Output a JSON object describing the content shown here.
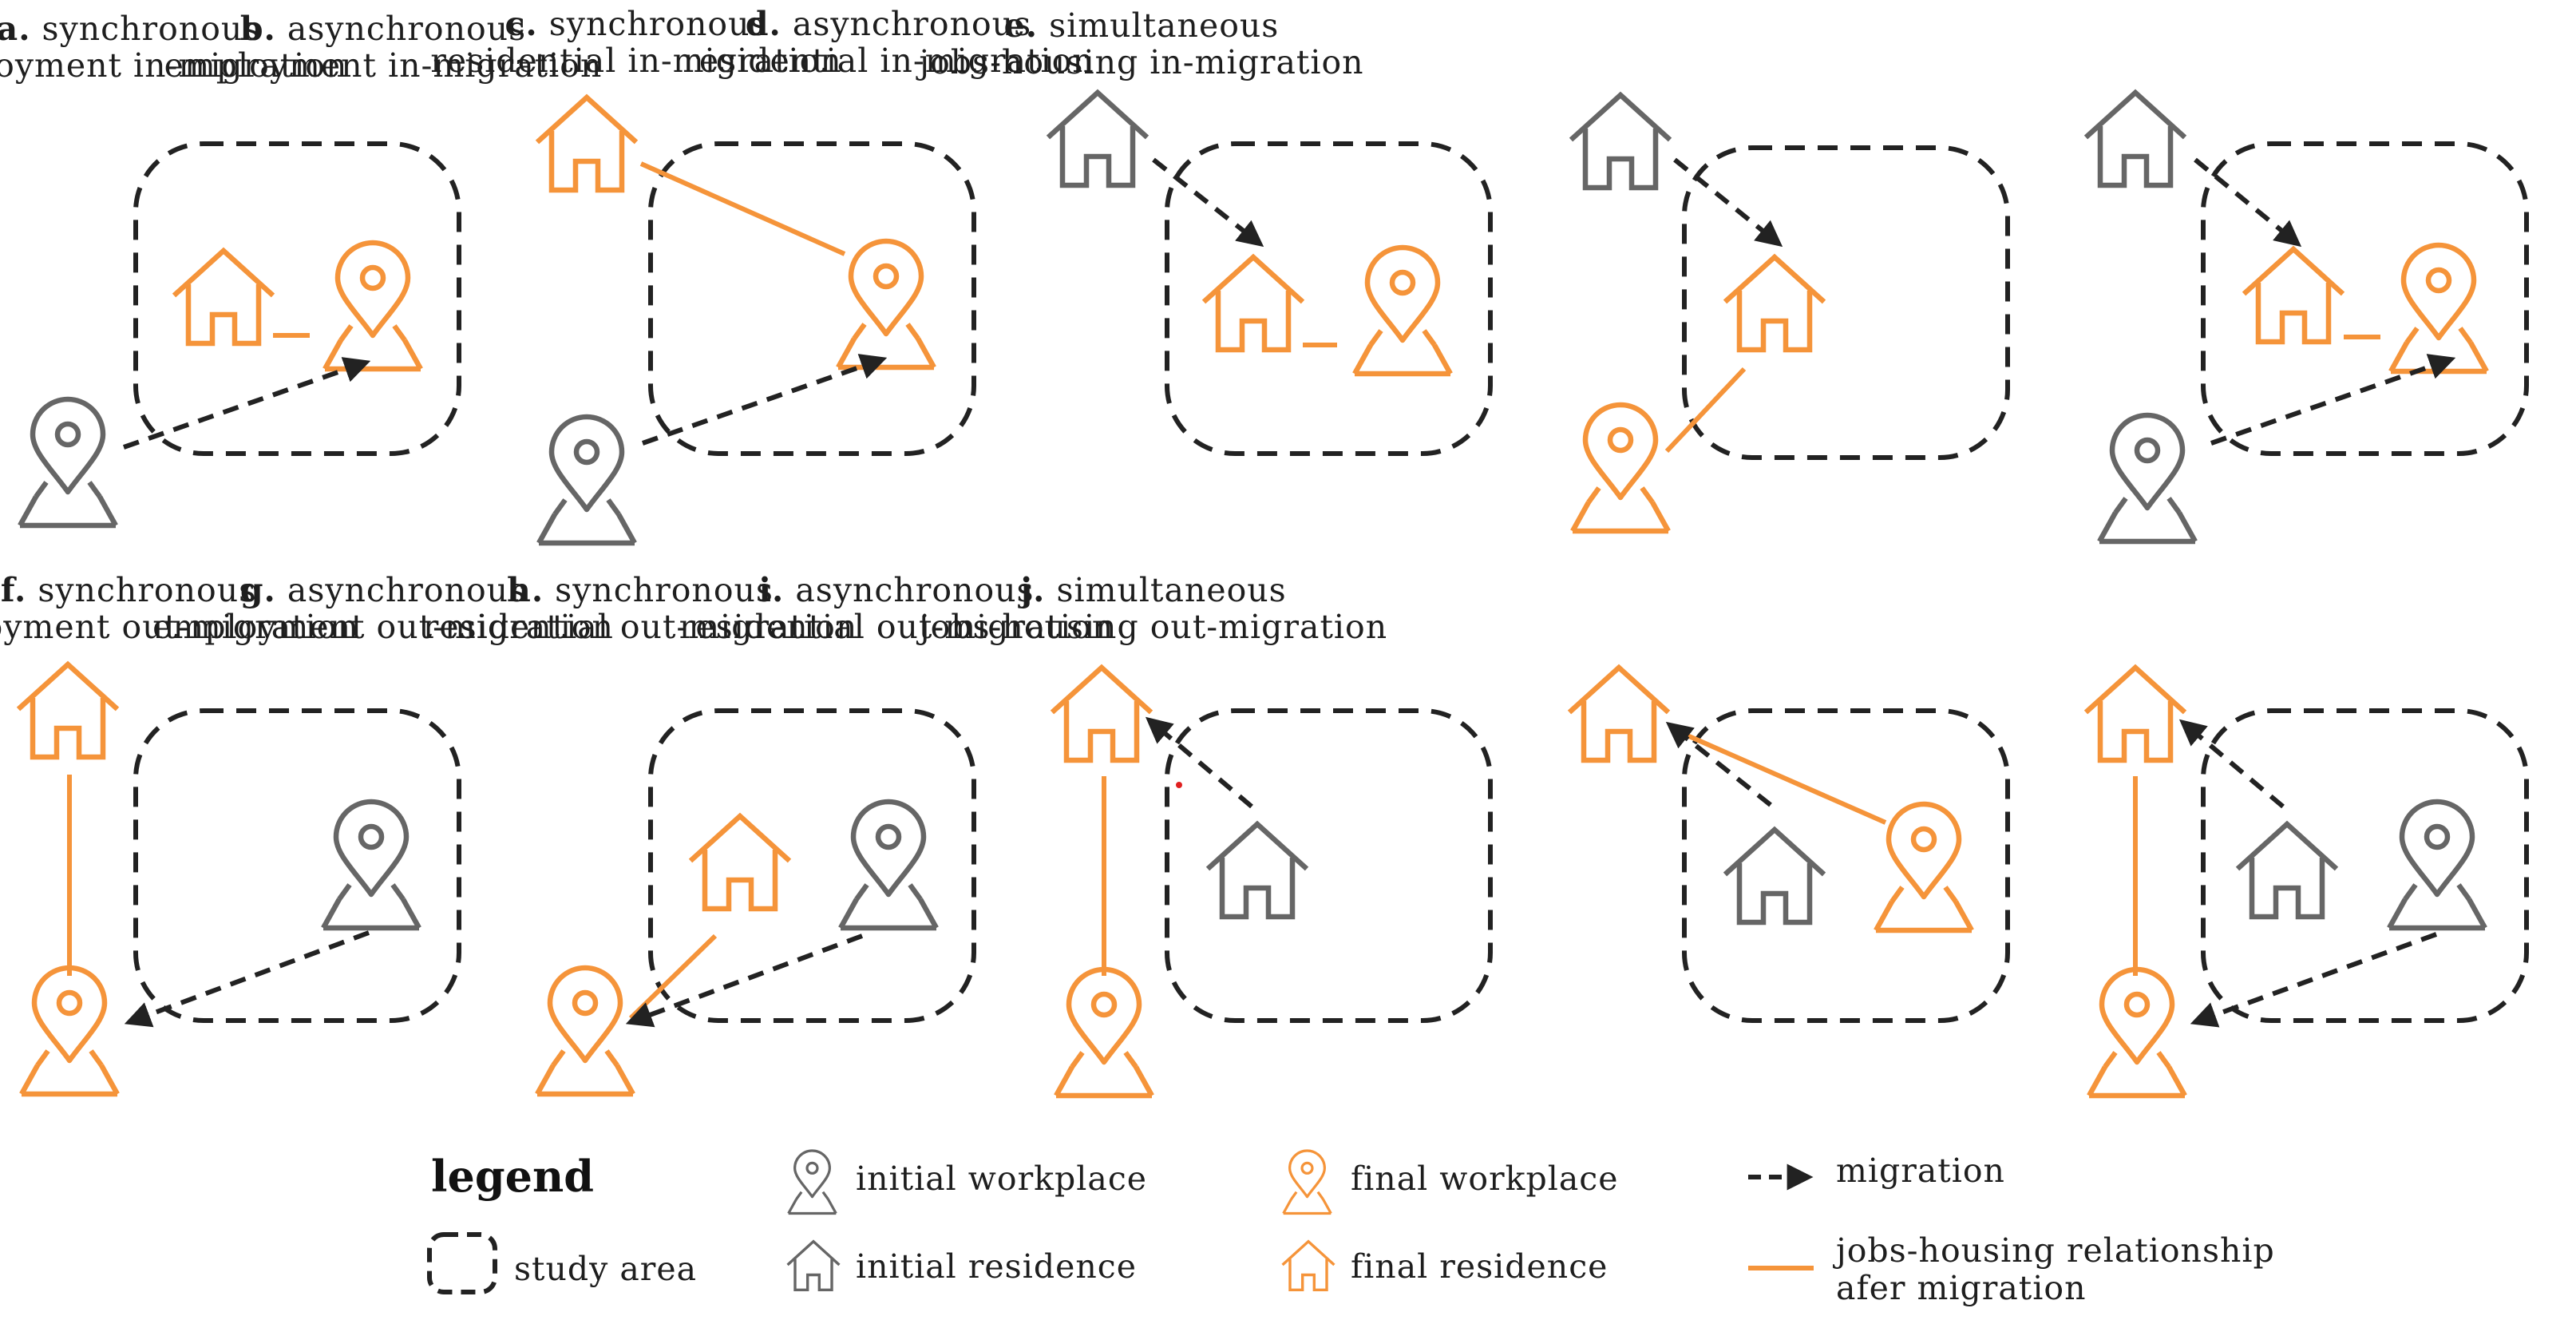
{
  "colors": {
    "orange": "#F5943A",
    "gray": "#666666",
    "dark": "#222222"
  },
  "panels": [
    {
      "letter": "a.",
      "line1": "synchronous",
      "line2": "employment in-migration"
    },
    {
      "letter": "b.",
      "line1": "asynchronous",
      "line2": "employment in-migration"
    },
    {
      "letter": "c.",
      "line1": "synchronous",
      "line2": "residential in-migration"
    },
    {
      "letter": "d.",
      "line1": "asynchronous",
      "line2": "residential in-migration"
    },
    {
      "letter": "e.",
      "line1": "simultaneous",
      "line2": "jobs-housing in-migration"
    },
    {
      "letter": "f.",
      "line1": "synchronous",
      "line2": "employment out-migration"
    },
    {
      "letter": "g.",
      "line1": "asynchronous",
      "line2": "employment out-migration"
    },
    {
      "letter": "h.",
      "line1": "synchronous",
      "line2": "residential out-migration"
    },
    {
      "letter": "i.",
      "line1": "asynchronous",
      "line2": "residential out-migration"
    },
    {
      "letter": "j.",
      "line1": "simultaneous",
      "line2": "jobs-housing out-migration"
    }
  ],
  "legend": {
    "title": "legend",
    "study_area": "study area",
    "initial_workplace": "initial workplace",
    "initial_residence": "initial residence",
    "final_workplace": "final workplace",
    "final_residence": "final residence",
    "migration": "migration",
    "relationship_line1": "jobs-housing relationship",
    "relationship_line2": "afer migration"
  }
}
